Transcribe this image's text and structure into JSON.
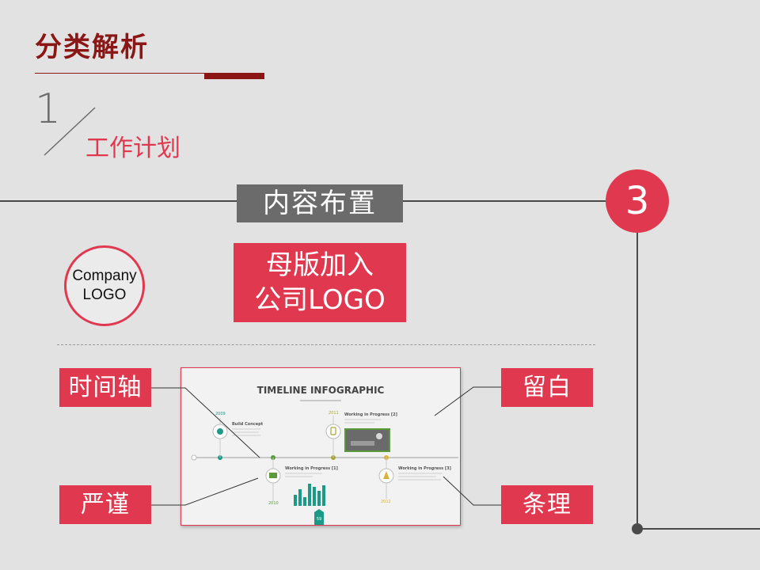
{
  "slide": {
    "title": "分类解析",
    "section_number": "1",
    "section_label": "工作计划",
    "content_tag": "内容布置",
    "step_number": "3",
    "logo_placeholder": {
      "line1": "Company",
      "line2": "LOGO"
    },
    "master_note": {
      "line1": "母版加入",
      "line2": "公司LOGO"
    }
  },
  "callouts": {
    "timeline_axis": "时间轴",
    "rigorous": "严谨",
    "whitespace": "留白",
    "orderly": "条理"
  },
  "thumbnail": {
    "title": "TIMELINE INFOGRAPHIC",
    "years": [
      "2009",
      "2010",
      "2011",
      "2012"
    ],
    "steps": [
      "Build Concept",
      "Working in Progress [1]",
      "Working in Progress [2]",
      "Working in Progress [3]"
    ],
    "badge": "59"
  },
  "colors": {
    "accent_red": "#e0394f",
    "dark_red": "#8a1616",
    "tag_gray": "#6b6b6b",
    "teal": "#1b9a87",
    "green": "#5a9a3a",
    "olive": "#a9a53a",
    "gold": "#d8b23a"
  }
}
